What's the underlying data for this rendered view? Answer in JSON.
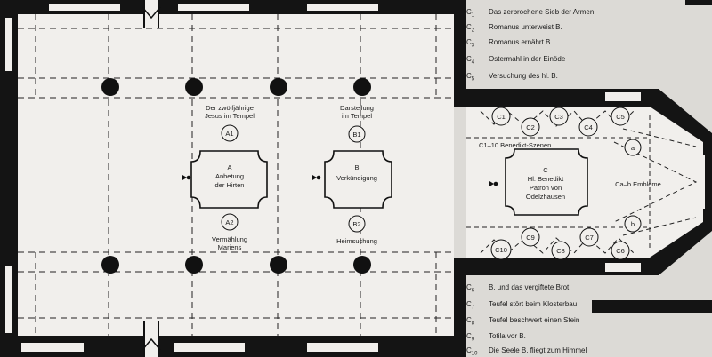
{
  "plan": {
    "scenes_label": "C1–10  Benedikt-Szenen",
    "emblems_label": "Ca–b Embleme",
    "panel_a": {
      "letter": "A",
      "line1": "Anbetung",
      "line2": "der Hirten"
    },
    "panel_b": {
      "letter": "B",
      "line1": "Verkündigung"
    },
    "panel_c": {
      "letter": "C",
      "line1": "Hl. Benedikt",
      "line2": "Patron von",
      "line3": "Odelzhausen"
    },
    "a1": {
      "code": "A1",
      "caption1": "Der zwölfjährige",
      "caption2": "Jesus im Tempel"
    },
    "a2": {
      "code": "A2",
      "caption1": "Vermählung",
      "caption2": "Mariens"
    },
    "b1": {
      "code": "B1",
      "caption1": "Darstellung",
      "caption2": "im Tempel"
    },
    "b2": {
      "code": "B2",
      "caption1": "Heimsuchung"
    },
    "c_medallions": {
      "c1": "C1",
      "c2": "C2",
      "c3": "C3",
      "c4": "C4",
      "c5": "C5",
      "c6": "C6",
      "c7": "C7",
      "c8": "C8",
      "c9": "C9",
      "c10": "C10",
      "a": "a",
      "b": "b"
    }
  },
  "legend_top": [
    {
      "code": "C",
      "sub": "1",
      "text": "Das zerbrochene Sieb der Armen"
    },
    {
      "code": "C",
      "sub": "2",
      "text": "Romanus unterweist B."
    },
    {
      "code": "C",
      "sub": "3",
      "text": "Romanus ernährt B."
    },
    {
      "code": "C",
      "sub": "4",
      "text": "Ostermahl in der Einöde"
    },
    {
      "code": "C",
      "sub": "5",
      "text": "Versuchung des hl. B."
    }
  ],
  "legend_bottom": [
    {
      "code": "C",
      "sub": "6",
      "text": "B. und das vergiftete Brot"
    },
    {
      "code": "C",
      "sub": "7",
      "text": "Teufel stört beim Klosterbau"
    },
    {
      "code": "C",
      "sub": "8",
      "text": "Teufel beschwert einen Stein"
    },
    {
      "code": "C",
      "sub": "9",
      "text": "Totila vor B."
    },
    {
      "code": "C",
      "sub": "10",
      "text": "Die Seele B. fliegt zum Himmel"
    }
  ]
}
